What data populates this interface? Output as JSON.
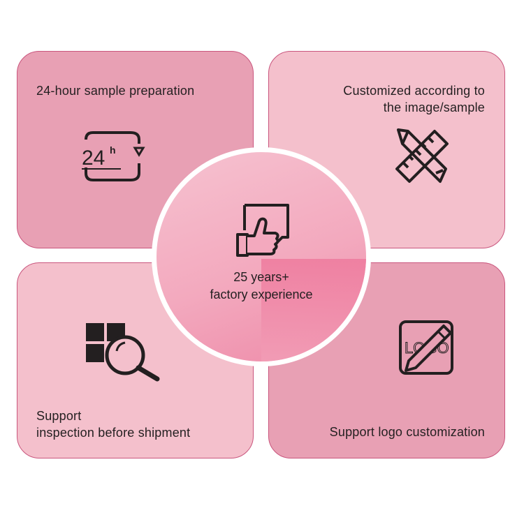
{
  "cards": {
    "top_left": {
      "line1": "24-hour sample preparation",
      "icon": "24h-clock-icon"
    },
    "top_right": {
      "line1": "Customized according to",
      "line2": "the image/sample",
      "icon": "ruler-pencil-icon"
    },
    "bottom_left": {
      "line1": "Support",
      "line2": "inspection before shipment",
      "icon": "grid-magnifier-icon"
    },
    "bottom_right": {
      "line1": "Support logo customization",
      "icon": "logo-pen-icon",
      "icon_text": "LOGO"
    }
  },
  "center": {
    "line1": "25 years+",
    "line2": "factory experience",
    "icon": "thumbs-up-icon"
  },
  "colors": {
    "card_dark": "#e8a0b4",
    "card_light": "#f4c0cc",
    "border": "#c9557d",
    "accent": "#ee7a9d"
  }
}
